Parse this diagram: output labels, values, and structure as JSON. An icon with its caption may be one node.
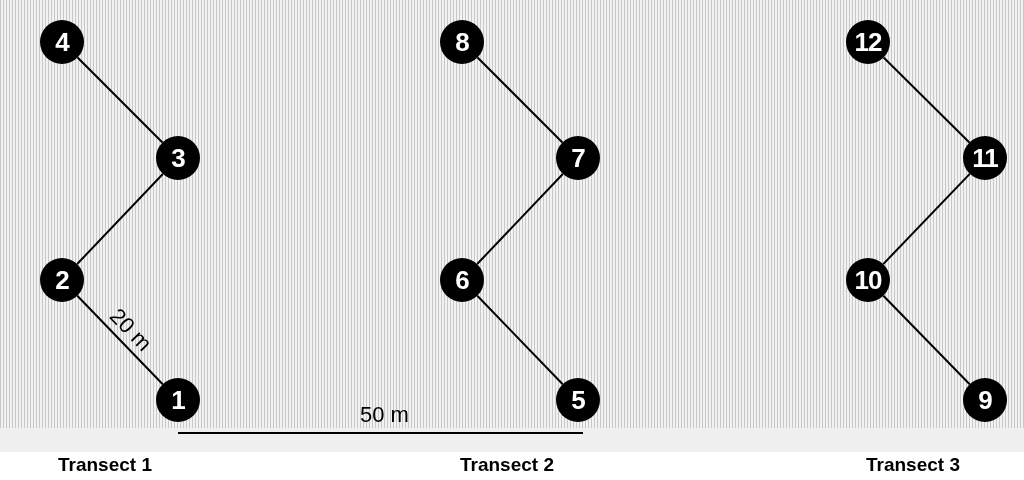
{
  "diagram": {
    "nodes": [
      {
        "text": [
          "1"
        ]
      },
      {
        "text": [
          "2"
        ]
      },
      {
        "text": [
          "3"
        ]
      },
      {
        "text": [
          "4"
        ]
      },
      {
        "text": [
          "5"
        ]
      },
      {
        "text": [
          "6"
        ]
      },
      {
        "text": [
          "7"
        ]
      },
      {
        "text": [
          "8"
        ]
      },
      {
        "text": [
          "9"
        ]
      },
      {
        "text": [
          "10"
        ]
      },
      {
        "text": [
          "11"
        ]
      },
      {
        "text": [
          "12"
        ]
      }
    ],
    "edges": [
      {
        "from": 0,
        "to": 1,
        "arrow": "none",
        "label": "20 m"
      },
      {
        "from": 1,
        "to": 2,
        "arrow": "none"
      },
      {
        "from": 2,
        "to": 3,
        "arrow": "none"
      },
      {
        "from": 4,
        "to": 5,
        "arrow": "none"
      },
      {
        "from": 5,
        "to": 6,
        "arrow": "none"
      },
      {
        "from": 6,
        "to": 7,
        "arrow": "none"
      },
      {
        "from": 8,
        "to": 9,
        "arrow": "none"
      },
      {
        "from": 9,
        "to": 10,
        "arrow": "none"
      },
      {
        "from": 10,
        "to": 11,
        "arrow": "none"
      }
    ],
    "labels": [
      "50 m",
      "Transect 1",
      "Transect 2",
      "Transect 3"
    ]
  }
}
